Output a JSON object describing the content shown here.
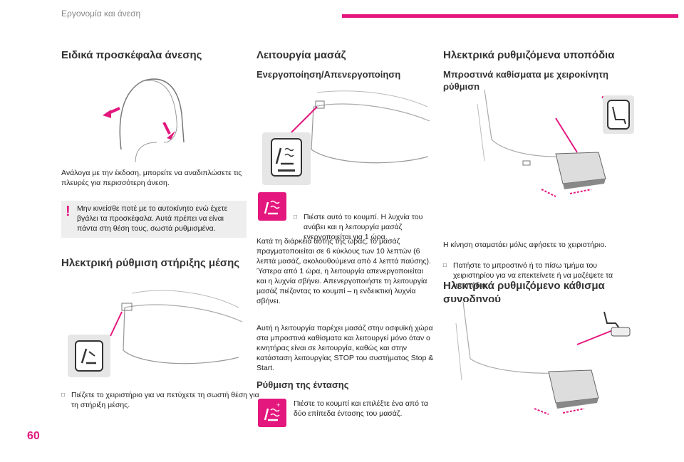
{
  "header": {
    "section": "Εργονομία και άνεση"
  },
  "page_number": "60",
  "col1": {
    "headrest_title": "Ειδικά προσκέφαλα άνεσης",
    "headrest_text": "Ανάλογα με την έκδοση, μπορείτε να αναδιπλώσετε τις πλευρές για περισσότερη άνεση.",
    "warning_text": "Μην κινείσθε ποτέ με το αυτοκίνητο ενώ έχετε βγάλει τα προσκέφαλα. Αυτά πρέπει να είναι πάντα στη θέση τους, σωστά ρυθμισμένα.",
    "lumbar_title": "Ηλεκτρική ρύθμιση στήριξης μέσης",
    "lumbar_text": "Πιέζετε το χειριστήριο για να πετύχετε τη σωστή θέση για τη στήριξη μέσης."
  },
  "col2": {
    "massage_title": "Λειτουργία μασάζ",
    "onoff_title": "Ενεργοποίηση/Απενεργοποίηση",
    "press_text": "Πιέστε αυτό το κουμπί. Η λυχνία του ανάβει και η λειτουργία μασάζ ενεργοποιείται για 1 ώρα.",
    "para1": "Κατά τη διάρκεια αυτής της ώρας, το μασάζ πραγματοποιείται σε 6 κύκλους των 10 λεπτών (6 λεπτά μασάζ, ακολουθούμενα από 4 λεπτά παύσης). Ύστερα από 1 ώρα, η λειτουργία απενεργοποιείται και η λυχνία σβήνει. Απενεργοποιήστε τη λειτουργία μασάζ πιέζοντας το κουμπί – η ενδεικτική λυχνία σβήνει.",
    "para2": "Αυτή η λειτουργία παρέχει μασάζ στην οσφυϊκή χώρα στα μπροστινά καθίσματα και λειτουργεί μόνο όταν ο κινητήρας είναι σε λειτουργία, καθώς και στην κατάσταση λειτουργίας STOP του συστήματος Stop & Start.",
    "intensity_title": "Ρύθμιση της έντασης",
    "intensity_text": "Πιέστε το κουμπί και επιλέξτε ένα από τα δύο επίπεδα έντασης του μασάζ."
  },
  "col3": {
    "legrest_title": "Ηλεκτρικά ρυθμιζόμενα υποπόδια",
    "front_title": "Μπροστινά καθίσματα με χειροκίνητη ρύθμιση",
    "front_bullet": "Πατήστε το μπροστινό ή το πίσω τμήμα του χειριστηρίου για να επεκτείνετε ή να μαζέψετε τα υποπόδια.",
    "front_text": "Η κίνηση σταματάει μόλις αφήσετε το χειριστήριο.",
    "driver_title": "Ηλεκτρικά ρυθμιζόμενο κάθισμα συνοδηγού"
  },
  "colors": {
    "accent": "#e3177d",
    "warning_bg": "#eeeeee"
  }
}
